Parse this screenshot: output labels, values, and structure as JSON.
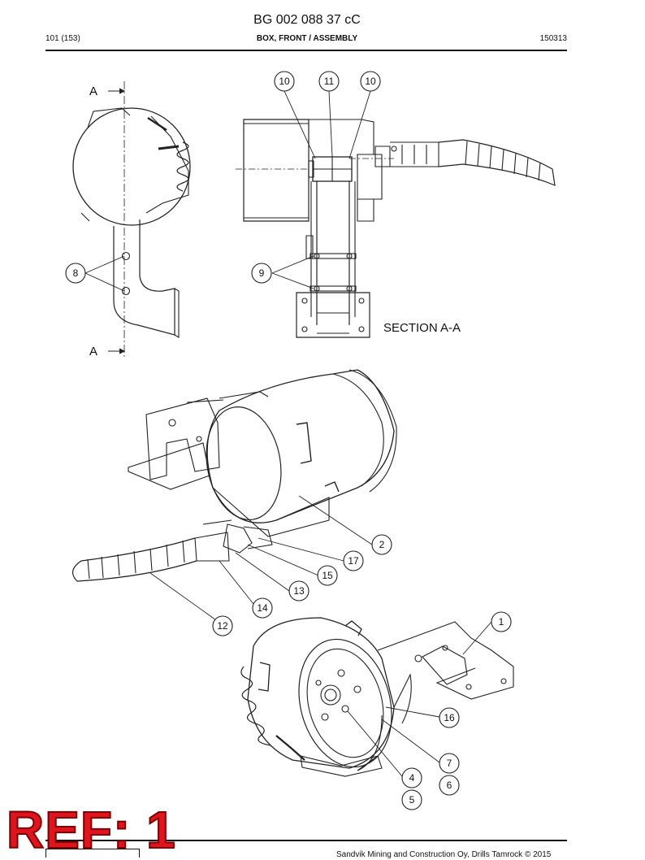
{
  "header": {
    "doc_id": "BG 002 088 37 cC",
    "page": "101 (153)",
    "title": "BOX, FRONT / ASSEMBLY",
    "date": "150313"
  },
  "section_view": {
    "label": "SECTION A-A",
    "cut_mark_top": "A",
    "cut_mark_bottom": "A"
  },
  "callouts": {
    "c10a": "10",
    "c11": "11",
    "c10b": "10",
    "c8": "8",
    "c9": "9",
    "c2": "2",
    "c17": "17",
    "c15": "15",
    "c13": "13",
    "c14": "14",
    "c12": "12",
    "c1": "1",
    "c16": "16",
    "c7": "7",
    "c6": "6",
    "c4": "4",
    "c5": "5"
  },
  "stamp": {
    "ref": "REF: 1"
  },
  "footer": {
    "copyright": "Sandvik Mining and Construction Oy, Drills Tamrock © 2015"
  }
}
